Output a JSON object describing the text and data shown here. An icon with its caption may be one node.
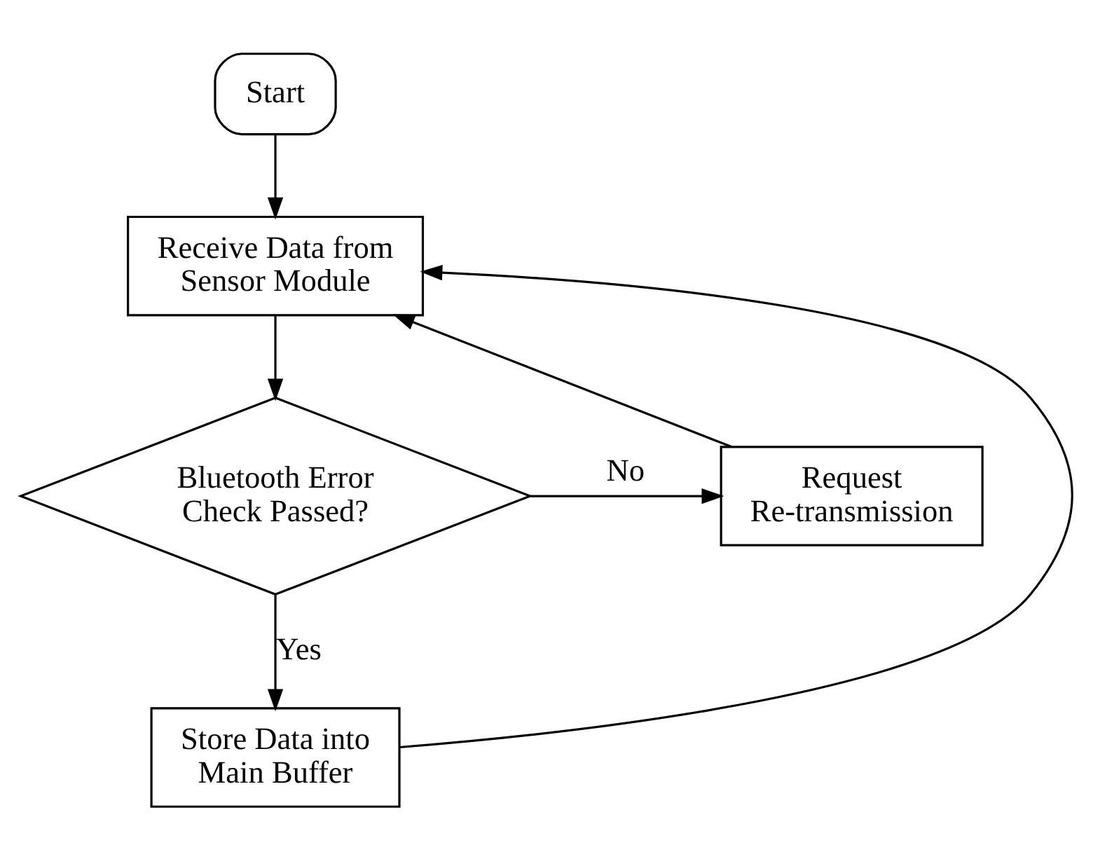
{
  "diagram": {
    "nodes": [
      {
        "text": [
          "Start"
        ]
      },
      {
        "text": [
          "Receive Data from Sensor Module"
        ]
      },
      {
        "text": [
          "Bluetooth Error Check Passed?"
        ]
      },
      {
        "text": [
          "Request Re-transmission"
        ]
      },
      {
        "text": [
          "Store Data into Main Buffer"
        ]
      }
    ],
    "edges": [
      {
        "from": 0,
        "to": 1,
        "arrow": "to"
      },
      {
        "from": 1,
        "to": 2,
        "arrow": "to"
      },
      {
        "from": 2,
        "to": 3,
        "arrow": "to",
        "label": "No"
      },
      {
        "from": 3,
        "to": 1,
        "arrow": "to"
      },
      {
        "from": 2,
        "to": 4,
        "arrow": "to",
        "label": "Yes"
      },
      {
        "from": 4,
        "to": 1,
        "arrow": "to"
      }
    ]
  }
}
